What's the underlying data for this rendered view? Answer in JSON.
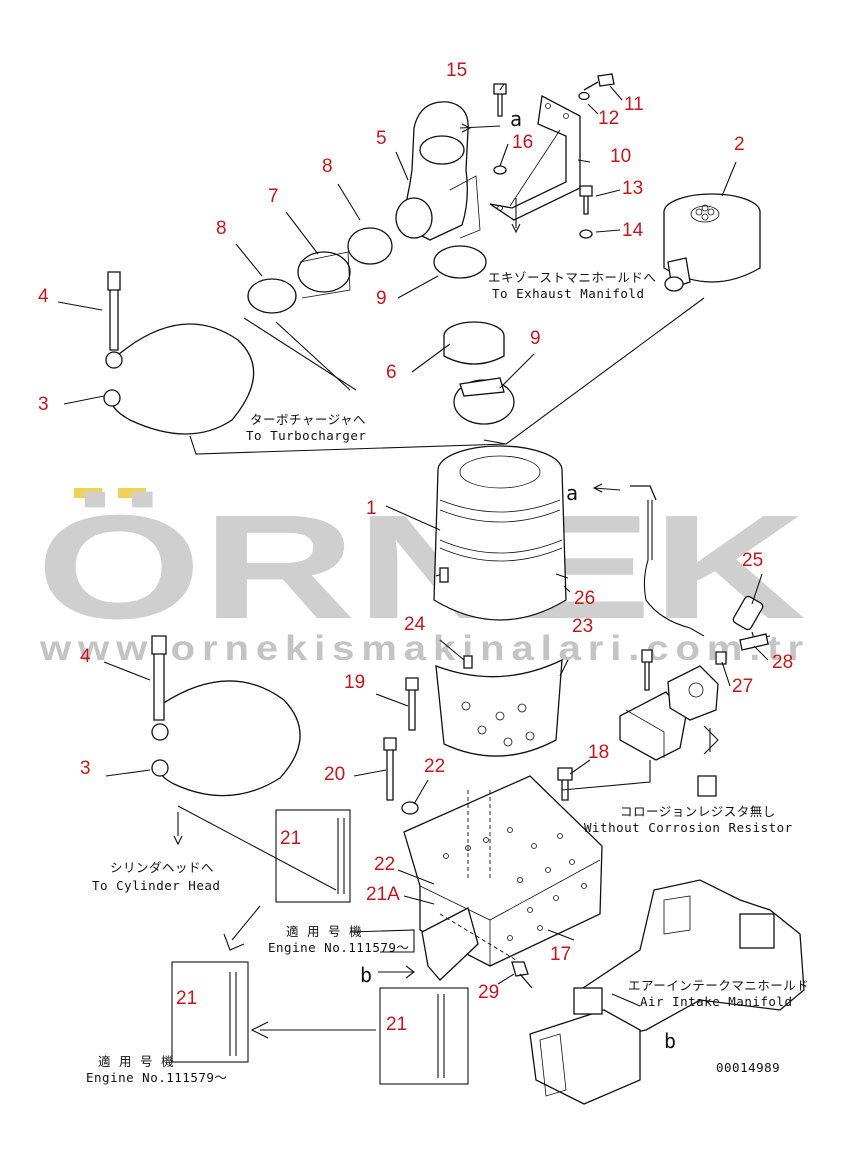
{
  "watermark": {
    "brand": "ÖRNEK",
    "url": "www.ornekismakinalari.com.tr",
    "accent_color": "#f0d25a"
  },
  "callouts": {
    "c1": "1",
    "c2": "2",
    "c3a": "3",
    "c3b": "3",
    "c4a": "4",
    "c4b": "4",
    "c5": "5",
    "c6": "6",
    "c7": "7",
    "c8a": "8",
    "c8b": "8",
    "c9a": "9",
    "c9b": "9",
    "c10": "10",
    "c11": "11",
    "c12": "12",
    "c13": "13",
    "c14": "14",
    "c15": "15",
    "c16": "16",
    "c17": "17",
    "c18": "18",
    "c19": "19",
    "c20": "20",
    "c21a": "21",
    "c21b": "21",
    "c21c": "21",
    "c21A": "21A",
    "c22a": "22",
    "c22b": "22",
    "c23": "23",
    "c24": "24",
    "c25": "25",
    "c26": "26",
    "c27": "27",
    "c28": "28",
    "c29": "29"
  },
  "ref_letters": {
    "a_top": "a",
    "a_mid": "a",
    "b_left": "b",
    "b_right": "b"
  },
  "captions": {
    "exhaust_jp": "エキゾーストマニホールドへ",
    "exhaust_en": "To Exhaust Manifold",
    "turbo_jp": "ターボチャージャへ",
    "turbo_en": "To Turbocharger",
    "corrosion_jp": "コロージョンレジスタ無し",
    "corrosion_en": "Without Corrosion Resistor",
    "cylinder_jp": "シリンダヘッドへ",
    "cylinder_en": "To Cylinder Head",
    "engine_jp_1": "適 用 号 機",
    "engine_en_1": "Engine No.111579～",
    "engine_jp_2": "適 用 号 機",
    "engine_en_2": "Engine No.111579～",
    "intake_jp": "エアーインテークマニホールド",
    "intake_en": "Air Intake Manifold",
    "drawing_no": "00014989"
  }
}
